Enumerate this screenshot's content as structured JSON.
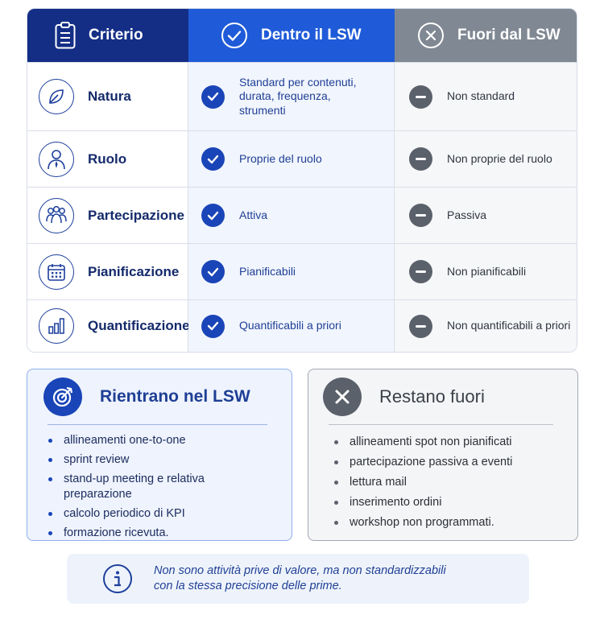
{
  "table": {
    "headers": {
      "criterio": "Criterio",
      "dentro": "Dentro il LSW",
      "fuori": "Fuori dal LSW"
    },
    "rows": [
      {
        "criterion": "Natura",
        "icon": "leaf-icon",
        "inside": "Standard per contenuti, durata, frequenza, strumenti",
        "outside": "Non standard"
      },
      {
        "criterion": "Ruolo",
        "icon": "person-icon",
        "inside": "Proprie del ruolo",
        "outside": "Non proprie del ruolo"
      },
      {
        "criterion": "Partecipazione",
        "icon": "group-icon",
        "inside": "Attiva",
        "outside": "Passiva"
      },
      {
        "criterion": "Pianificazione",
        "icon": "calendar-icon",
        "inside": "Pianificabili",
        "outside": "Non pianificabili"
      },
      {
        "criterion": "Quantificazione",
        "icon": "bar-chart-icon",
        "inside": "Quantificabili a priori",
        "outside": "Non quantificabili a priori"
      }
    ]
  },
  "inside_panel": {
    "title": "Rientrano nel LSW",
    "icon": "target-icon",
    "items": [
      "allineamenti one-to-one",
      "sprint review",
      "stand-up meeting e relativa preparazione",
      "calcolo periodico di KPI",
      "formazione ricevuta."
    ]
  },
  "outside_panel": {
    "title": "Restano fuori",
    "icon": "x-icon",
    "items": [
      "allineamenti spot non pianificati",
      "partecipazione passiva a eventi",
      "lettura mail",
      "inserimento ordini",
      "workshop non programmati."
    ]
  },
  "note": {
    "line1": "Non sono attività prive di valore, ma non standardizzabili",
    "line2": "con la stessa precisione delle prime."
  },
  "colors": {
    "navy": "#142e86",
    "blue": "#1f5bd8",
    "grey": "#808893",
    "check": "#1a45b8",
    "minus": "#5b616b"
  }
}
